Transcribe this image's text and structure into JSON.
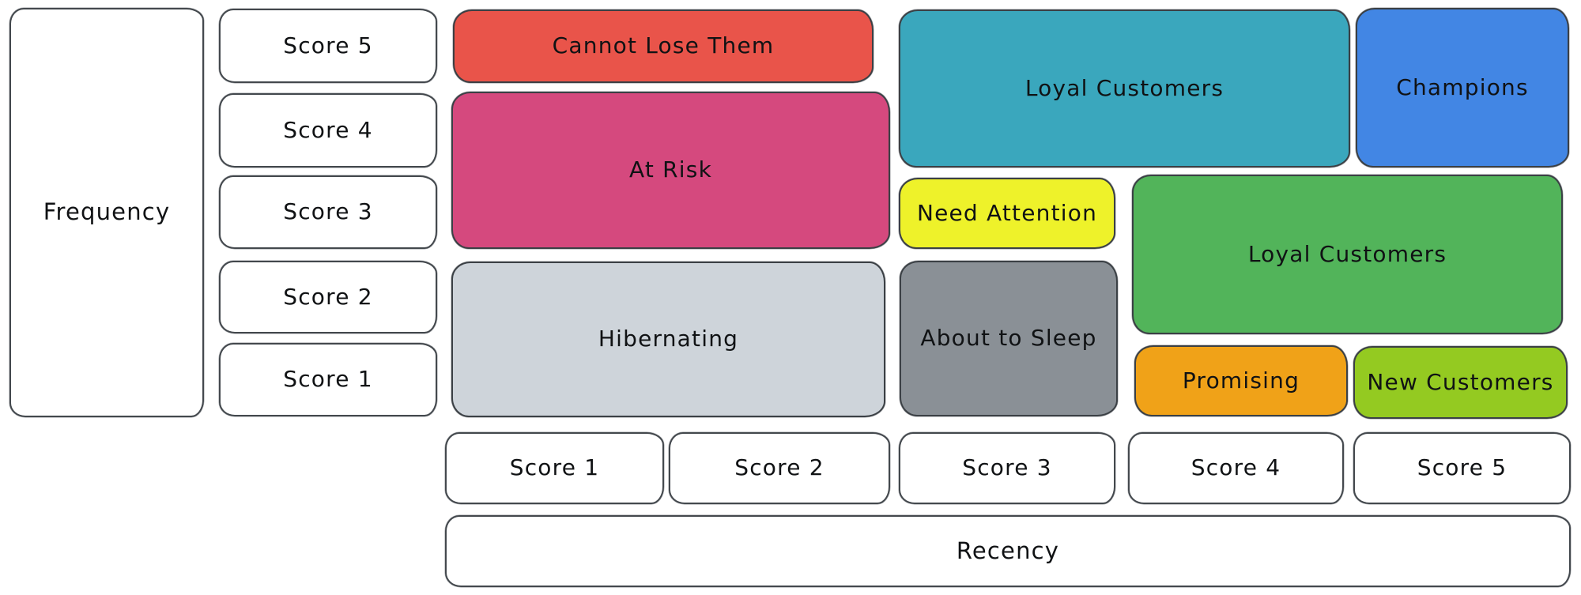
{
  "diagram": {
    "kind": "rfm-customer-segment-matrix"
  },
  "frequency_axis": {
    "label": "Frequency",
    "scores": [
      "Score 5",
      "Score 4",
      "Score 3",
      "Score 2",
      "Score 1"
    ]
  },
  "recency_axis": {
    "label": "Recency",
    "scores": [
      "Score 1",
      "Score 2",
      "Score 3",
      "Score 4",
      "Score 5"
    ]
  },
  "segments": [
    {
      "id": "cannot-lose-them",
      "label": "Cannot Lose Them",
      "color": "#e9544a",
      "recency_scores": [
        1,
        2
      ],
      "frequency_scores": [
        5
      ]
    },
    {
      "id": "at-risk",
      "label": "At Risk",
      "color": "#d5497e",
      "recency_scores": [
        1,
        2
      ],
      "frequency_scores": [
        3,
        4
      ]
    },
    {
      "id": "hibernating",
      "label": "Hibernating",
      "color": "#ced4da",
      "recency_scores": [
        1,
        2
      ],
      "frequency_scores": [
        1,
        2
      ]
    },
    {
      "id": "loyal-customers-teal",
      "label": "Loyal Customers",
      "color": "#3aa7bd",
      "recency_scores": [
        3,
        4
      ],
      "frequency_scores": [
        4,
        5
      ]
    },
    {
      "id": "champions",
      "label": "Champions",
      "color": "#4286e4",
      "recency_scores": [
        5
      ],
      "frequency_scores": [
        4,
        5
      ]
    },
    {
      "id": "need-attention",
      "label": "Need Attention",
      "color": "#eef22a",
      "recency_scores": [
        3
      ],
      "frequency_scores": [
        3
      ]
    },
    {
      "id": "loyal-customers-green",
      "label": "Loyal Customers",
      "color": "#52b45a",
      "recency_scores": [
        4,
        5
      ],
      "frequency_scores": [
        2,
        3
      ]
    },
    {
      "id": "about-to-sleep",
      "label": "About to Sleep",
      "color": "#8a9096",
      "recency_scores": [
        3
      ],
      "frequency_scores": [
        1,
        2
      ]
    },
    {
      "id": "promising",
      "label": "Promising",
      "color": "#f0a218",
      "recency_scores": [
        4
      ],
      "frequency_scores": [
        1
      ]
    },
    {
      "id": "new-customers",
      "label": "New Customers",
      "color": "#94ca21",
      "recency_scores": [
        5
      ],
      "frequency_scores": [
        1
      ]
    }
  ],
  "style": {
    "ink": "#3b4045",
    "background": "#ffffff",
    "text": "#101214"
  }
}
